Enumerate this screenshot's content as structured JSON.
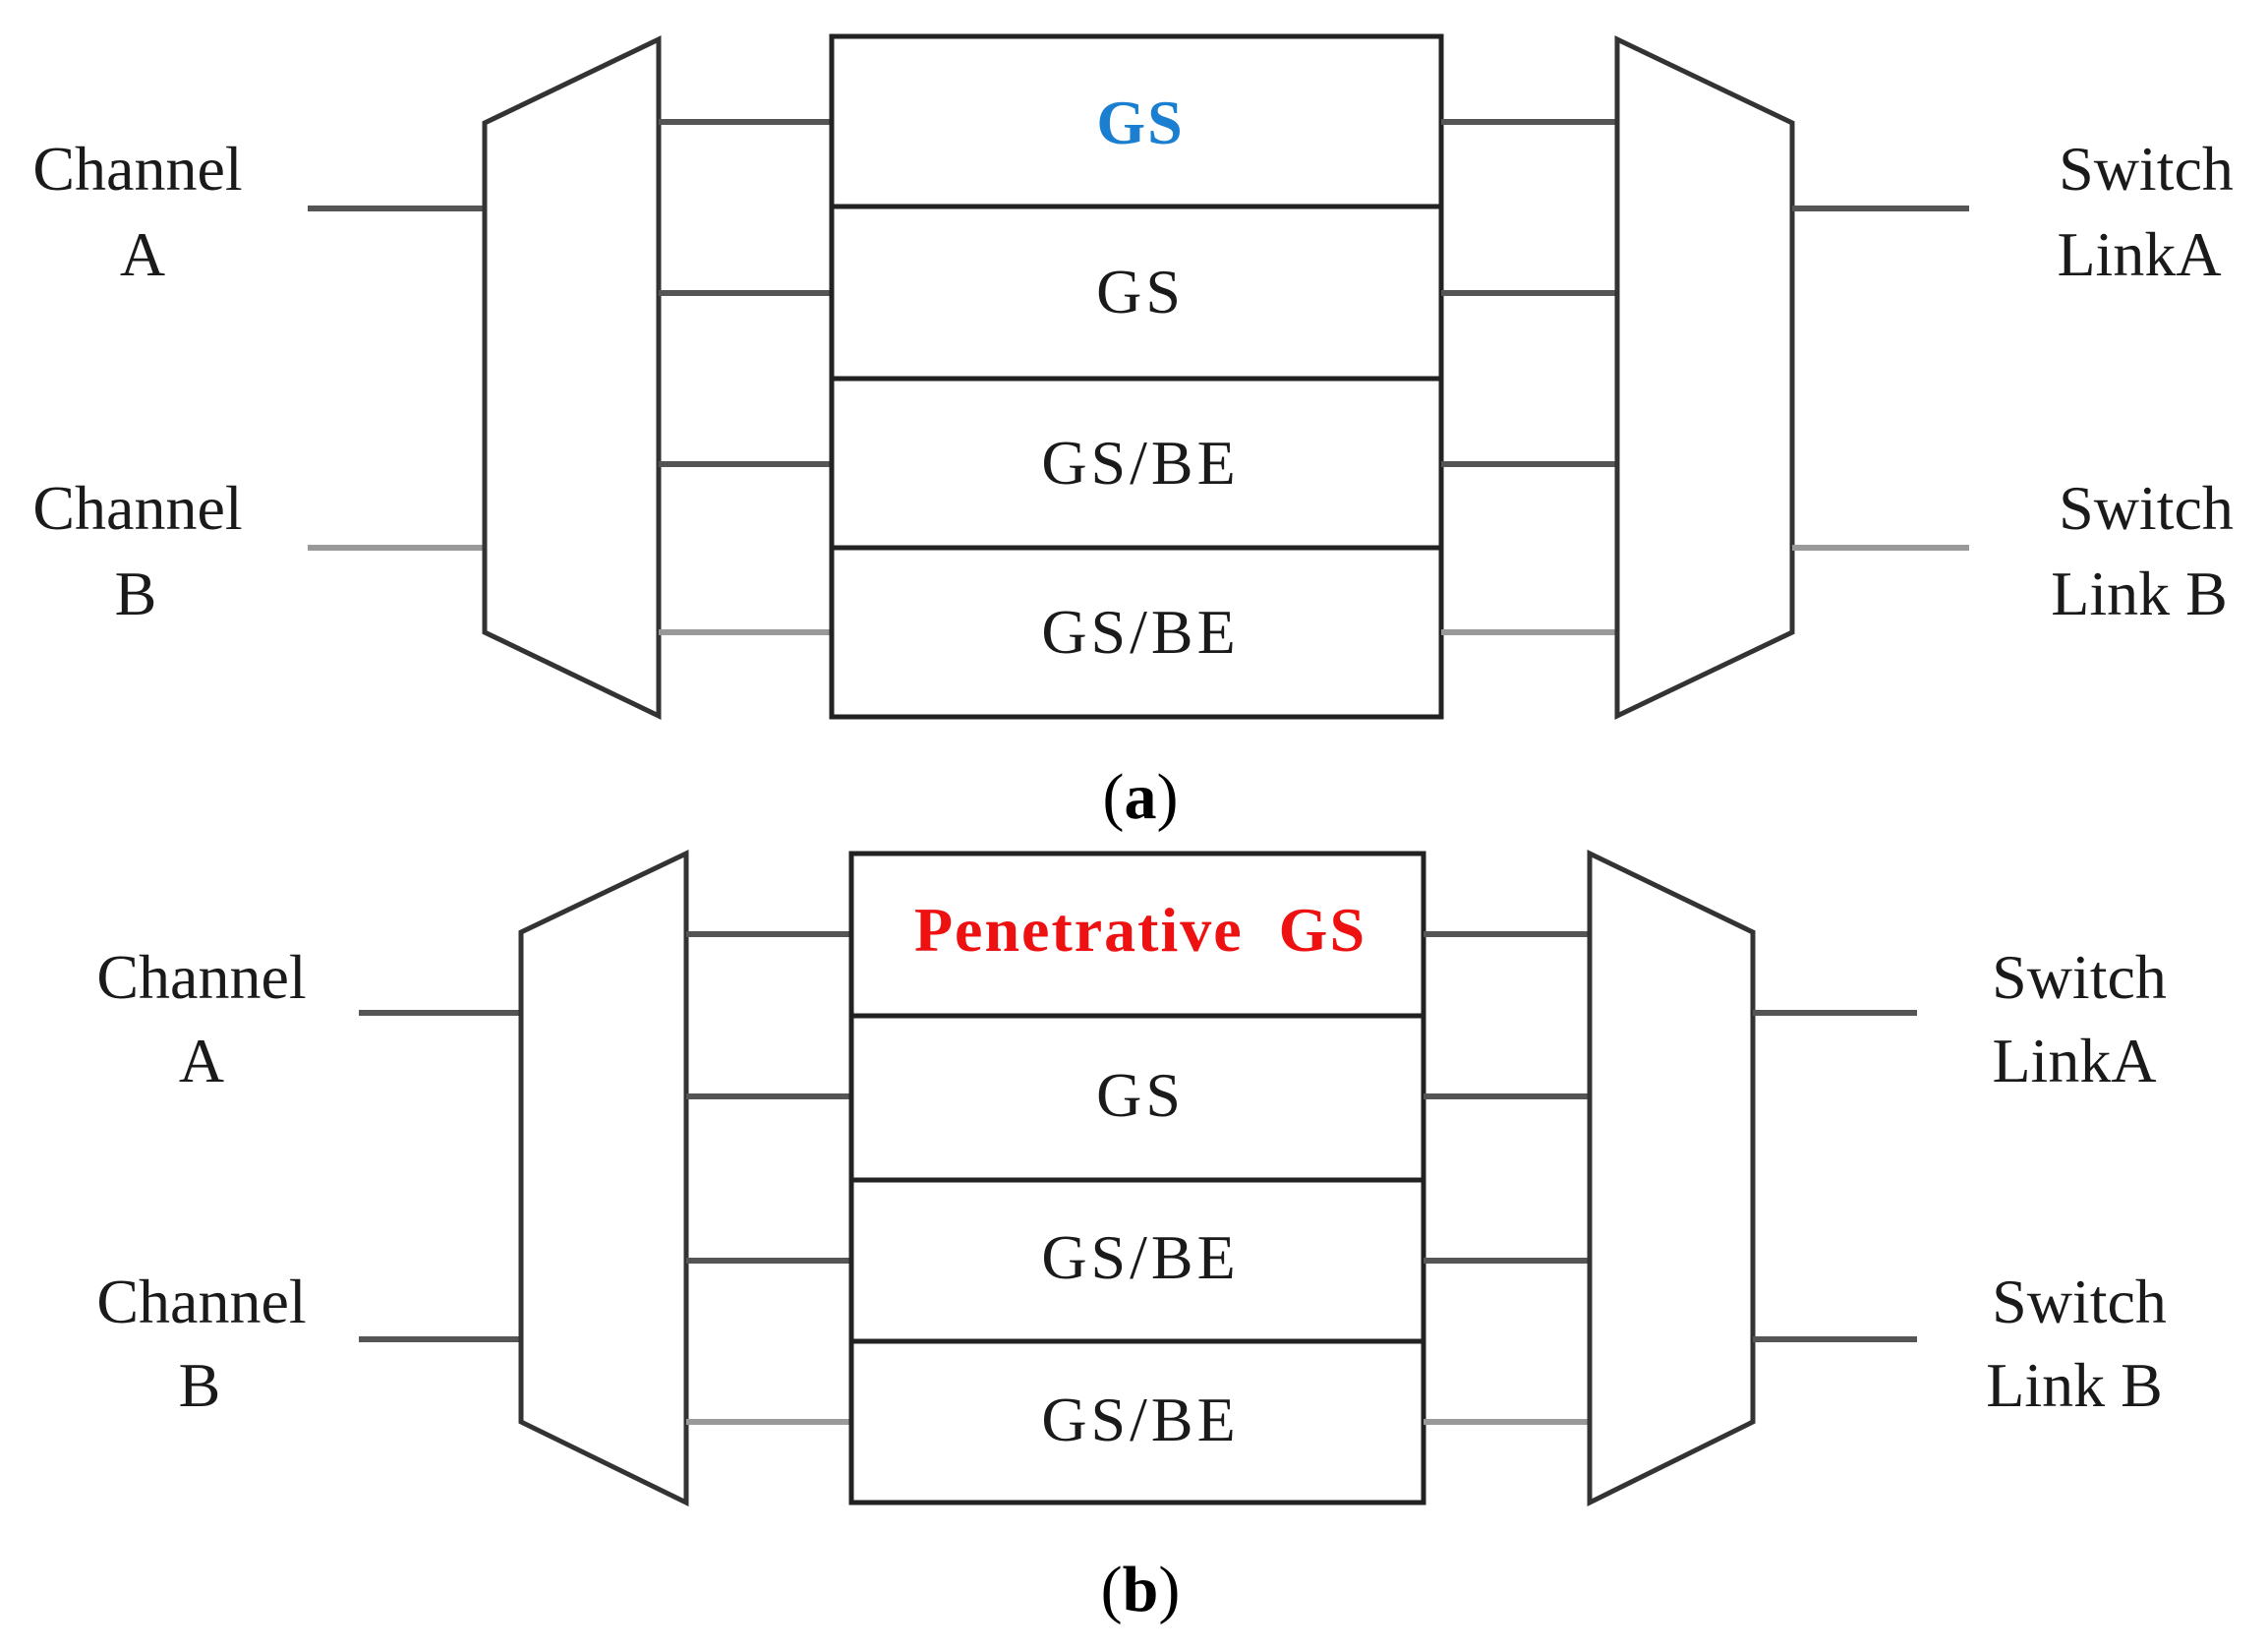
{
  "panel_a": {
    "channel_a": [
      "Channel",
      "A"
    ],
    "channel_b": [
      "Channel",
      "B"
    ],
    "switch_a": [
      "Switch",
      "LinkA"
    ],
    "switch_b": [
      "Switch",
      "Link B"
    ],
    "vcs": [
      {
        "label": "GS",
        "color": "#1a7fd1"
      },
      {
        "label": "GS",
        "color": "#1a1a1a"
      },
      {
        "label": "GS/BE",
        "color": "#1a1a1a"
      },
      {
        "label": "GS/BE",
        "color": "#1a1a1a"
      }
    ],
    "caption_open": "(",
    "caption_letter": "a",
    "caption_close": ")"
  },
  "panel_b": {
    "channel_a": [
      "Channel",
      "A"
    ],
    "channel_b": [
      "Channel",
      "B"
    ],
    "switch_a": [
      "Switch",
      "LinkA"
    ],
    "switch_b": [
      "Switch",
      "Link B"
    ],
    "vcs": [
      {
        "label": "Penetrative  GS",
        "color": "#ee1111"
      },
      {
        "label": "GS",
        "color": "#1a1a1a"
      },
      {
        "label": "GS/BE",
        "color": "#1a1a1a"
      },
      {
        "label": "GS/BE",
        "color": "#1a1a1a"
      }
    ],
    "caption_open": "(",
    "caption_letter": "b",
    "caption_close": ")"
  }
}
